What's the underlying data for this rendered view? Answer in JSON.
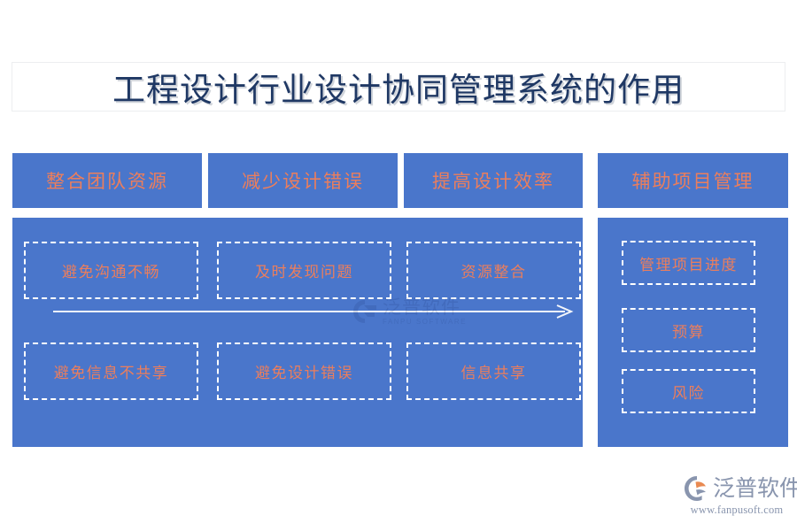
{
  "title": {
    "text": "工程设计行业设计协同管理系统的作用"
  },
  "colors": {
    "panel_blue": "#4a76cb",
    "accent_orange": "#ec7e5c",
    "title_navy": "#1f3864",
    "dash_white": "#ffffff",
    "logo_gray_blue": "#8995ae"
  },
  "headers": [
    {
      "label": "整合团队资源"
    },
    {
      "label": "减少设计错误"
    },
    {
      "label": "提高设计效率"
    },
    {
      "label": "辅助项目管理"
    }
  ],
  "left_panel": {
    "rows": [
      {
        "cells": [
          {
            "label": "避免沟通不畅"
          },
          {
            "label": "及时发现问题"
          },
          {
            "label": "资源整合"
          }
        ]
      },
      {
        "cells": [
          {
            "label": "避免信息不共享"
          },
          {
            "label": "避免设计错误"
          },
          {
            "label": "信息共享"
          }
        ]
      }
    ],
    "arrow": {
      "name": "right-arrow",
      "direction": "right"
    }
  },
  "right_panel": {
    "cells": [
      {
        "label": "管理项目进度"
      },
      {
        "label": "预算"
      },
      {
        "label": "风险"
      }
    ]
  },
  "watermark": {
    "cn": "泛普软件",
    "en": "FANPU SOFTWARE"
  },
  "logo": {
    "cn": "泛普软件",
    "url": "www.fanpusoft.com"
  }
}
